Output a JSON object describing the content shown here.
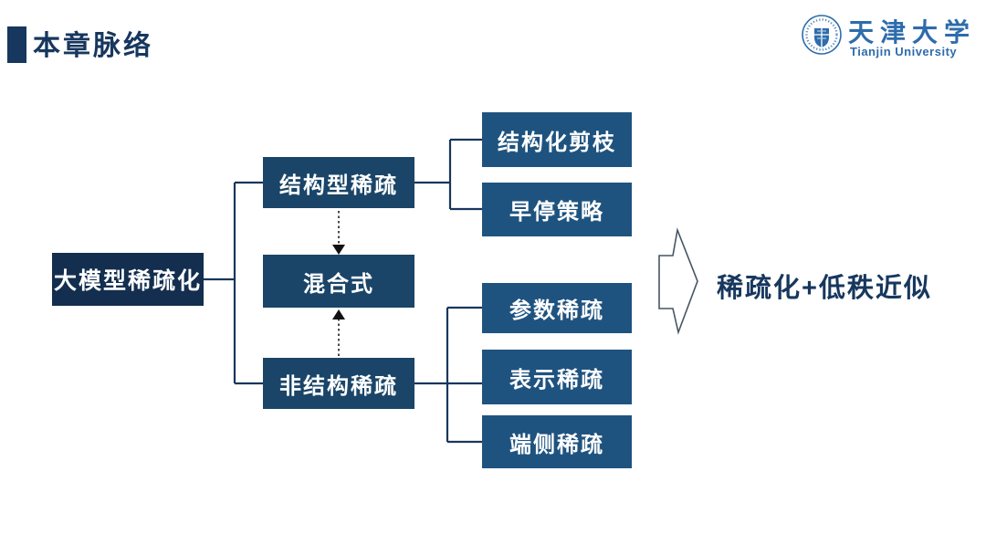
{
  "slide": {
    "title": "本章脉络",
    "logo": {
      "name_cn": "天津大学",
      "name_en": "Tianjin University"
    },
    "diagram": {
      "root": "大模型稀疏化",
      "branches": {
        "structured": "结构型稀疏",
        "hybrid": "混合式",
        "unstructured": "非结构稀疏"
      },
      "structured_children": [
        "结构化剪枝",
        "早停策略"
      ],
      "unstructured_children": [
        "参数稀疏",
        "表示稀疏",
        "端侧稀疏"
      ],
      "result": "稀疏化+低秩近似"
    },
    "colors": {
      "root_box": "#132e4e",
      "branch_box": "#1a4568",
      "leaf_box": "#1f537f",
      "connector_line": "#17375e",
      "title_text": "#17375e",
      "logo_blue": "#2e6cab",
      "box_text": "#ffffff"
    }
  }
}
